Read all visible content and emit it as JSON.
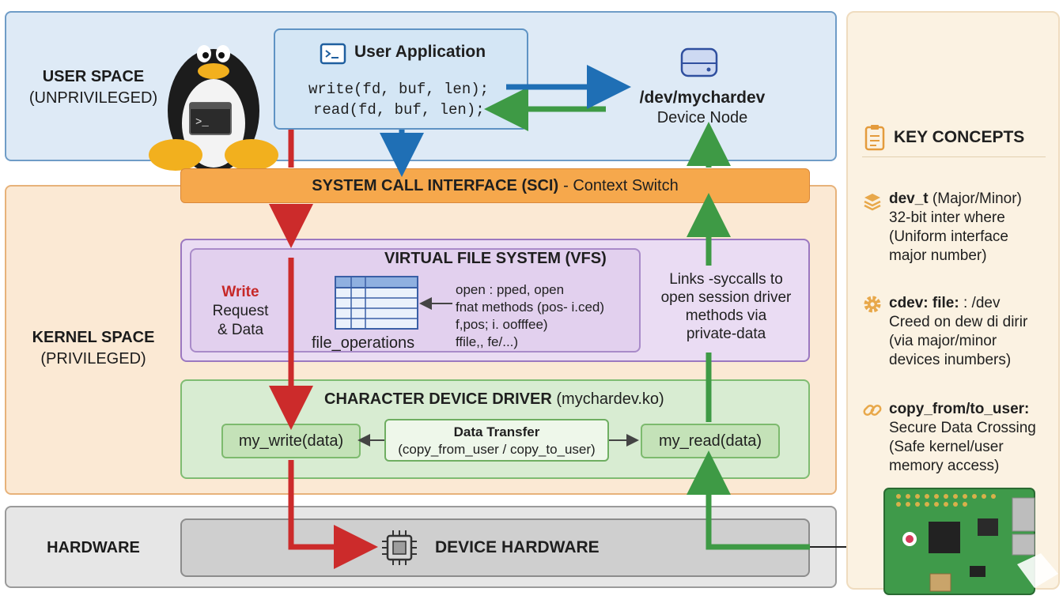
{
  "zones": {
    "user": {
      "title": "USER SPACE",
      "sub": "(UNPRIVILEGED)"
    },
    "kernel": {
      "title": "KERNEL SPACE",
      "sub": "(PRIVILEGED)"
    },
    "hardware": {
      "title": "HARDWARE"
    }
  },
  "app": {
    "title": "User Application",
    "line1": "write(fd, buf, len);",
    "line2": "read(fd, buf, len);"
  },
  "device_node": {
    "path": "/dev/mychardev",
    "label": "Device Node"
  },
  "sci": {
    "bold": "SYSTEM CALL INTERFACE (SCI)",
    "rest": "- Context Switch"
  },
  "vfs": {
    "title": "VIRTUAL FILE SYSTEM (VFS)",
    "write_label": "Write",
    "write_sub1": "Request",
    "write_sub2": "& Data",
    "table_label": "file_operations",
    "methods": [
      "open : pped, open",
      "fnat methods (pos- i.ced)",
      "f,pos; i. oofffee)",
      "ffile,, fe/...)"
    ],
    "links": [
      "Links -syccalls to",
      "open session driver",
      "methods via",
      "private-data"
    ]
  },
  "driver": {
    "title_bold": "CHARACTER DEVICE DRIVER",
    "title_rest": "(mychardev.ko)",
    "write_fn": "my_write(data)",
    "read_fn": "my_read(data)",
    "transfer_title": "Data Transfer",
    "transfer_sub": "(copy_from_user / copy_to_user)"
  },
  "hardware": {
    "label": "DEVICE HARDWARE"
  },
  "key_concepts": {
    "title": "KEY CONCEPTS",
    "items": [
      {
        "icon": "layers-icon",
        "term": "dev_t",
        "term_rest": " (Major/Minor)",
        "lines": [
          "32-bit inter where",
          "(Uniform interface",
          "major number)"
        ]
      },
      {
        "icon": "gear-icon",
        "term": "cdev: file:",
        "term_rest": " : /dev",
        "lines": [
          "Creed on dew di dirir",
          "(via major/minor",
          "devices inumbers)"
        ]
      },
      {
        "icon": "link-icon",
        "term": "copy_from/to_user:",
        "term_rest": "",
        "lines": [
          "Secure Data Crossing",
          "(Safe kernel/user",
          "memory access)"
        ]
      }
    ]
  },
  "colors": {
    "write_path": "#cc2b2b",
    "read_path": "#3e9a45",
    "app_arrow": "#1f6fb5",
    "sci": "#f6a84c"
  }
}
